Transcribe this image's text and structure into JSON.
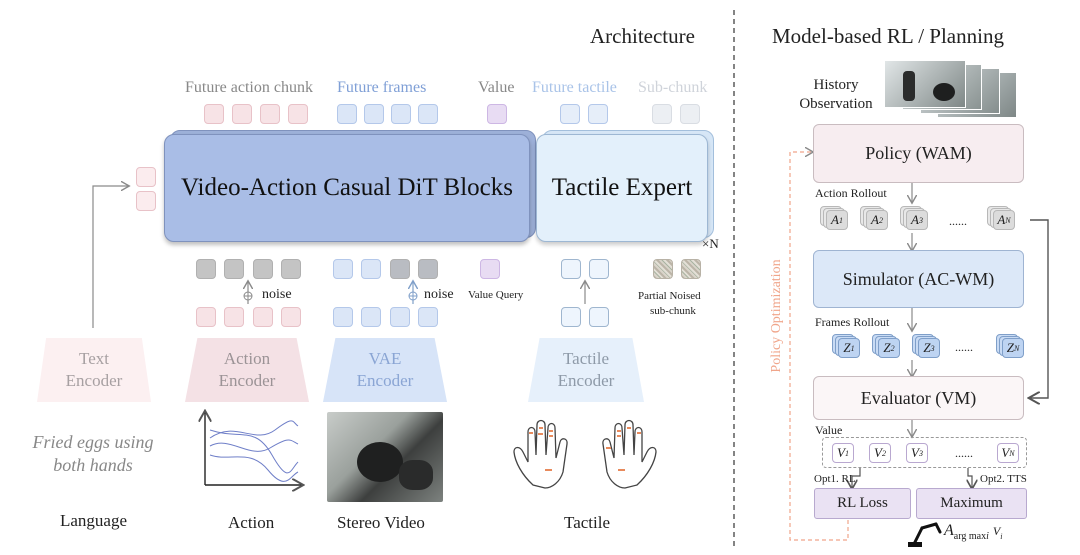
{
  "architecture": {
    "title": "Architecture",
    "outputs": {
      "action_chunk": "Future action chunk",
      "future_frames": "Future frames",
      "value": "Value",
      "future_tactile": "Future tactile",
      "sub_chunk": "Sub-chunk"
    },
    "dit_blocks": "Video-Action Casual DiT Blocks",
    "tactile_expert": "Tactile Expert",
    "repeat": "×N",
    "noise_1": "noise",
    "noise_2": "noise",
    "value_query": "Value Query",
    "partial_noised": "Partial Noised",
    "sub_chunk_label": "sub-chunk",
    "encoders": {
      "text": "Text\nEncoder",
      "action": "Action\nEncoder",
      "vae": "VAE\nEncoder",
      "tactile": "Tactile\nEncoder"
    },
    "language_prompt": "Fried eggs using\nboth hands",
    "inputs": {
      "language": "Language",
      "action": "Action",
      "stereo_video": "Stereo Video",
      "tactile": "Tactile"
    }
  },
  "rl": {
    "title": "Model-based RL / Planning",
    "history_observation": "History\nObservation",
    "policy": "Policy (WAM)",
    "action_rollout": "Action Rollout",
    "actions": [
      "A",
      "A",
      "A",
      "A"
    ],
    "action_subs": [
      "1",
      "2",
      "3",
      "N"
    ],
    "simulator": "Simulator (AC-WM)",
    "frames_rollout": "Frames Rollout",
    "frames": [
      "Z",
      "Z",
      "Z",
      "Z"
    ],
    "frame_subs": [
      "1",
      "2",
      "3",
      "N"
    ],
    "evaluator": "Evaluator (VM)",
    "value": "Value",
    "values": [
      "V",
      "V",
      "V",
      "V"
    ],
    "value_subs": [
      "1",
      "2",
      "3",
      "N"
    ],
    "ellipsis": "......",
    "opt1": "Opt1. RL",
    "opt2": "Opt2. TTS",
    "rl_loss": "RL Loss",
    "maximum": "Maximum",
    "argmax_A": "A",
    "argmax_sub": "arg max",
    "argmax_i": "i",
    "argmax_V": "V",
    "argmax_Vi": "i",
    "policy_optimization": "Policy Optimization"
  },
  "colors": {
    "dit_fill": "#a9bde6",
    "tactile_fill": "#e3f0fb",
    "policy_fill": "#f7edf0",
    "simulator_fill": "#dce8f8",
    "dashed_orange": "#f0a58a"
  }
}
